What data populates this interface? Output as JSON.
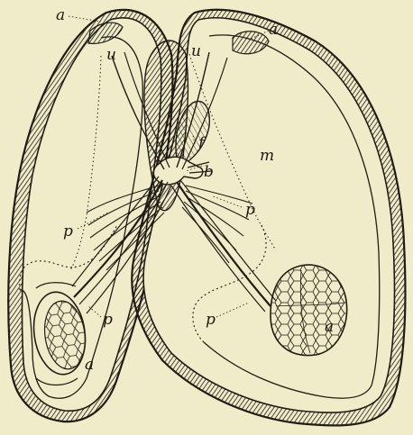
{
  "figure": {
    "labels": {
      "a_top_left": "a",
      "a_top_right": "a",
      "u_left": "u",
      "u_right": "u",
      "f": "f",
      "b": "b",
      "m": "m",
      "p_left_upper": "p",
      "p_right_upper": "p",
      "p_left_lower": "p",
      "p_right_lower": "p",
      "a_bottom_left": "a",
      "a_bottom_right": "a"
    },
    "colors": {
      "paper": "#f0ebc9",
      "ink": "#1f1c16"
    }
  }
}
